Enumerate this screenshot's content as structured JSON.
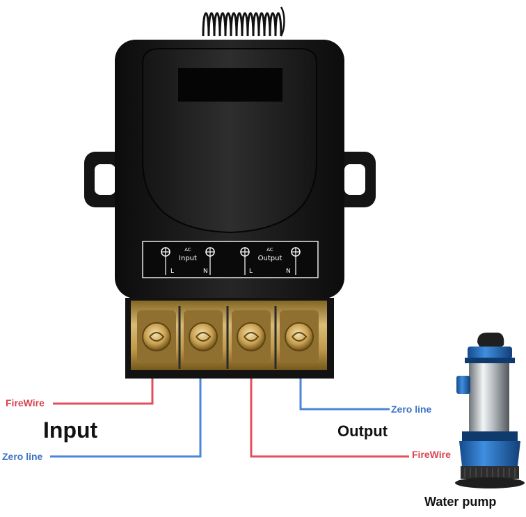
{
  "panel": {
    "input_group": {
      "ac": "AC",
      "title": "Input",
      "l": "L",
      "n": "N"
    },
    "output_group": {
      "ac": "AC",
      "title": "Output",
      "l": "L",
      "n": "N"
    }
  },
  "labels": {
    "firewire_input": "FireWire",
    "zero_line_input": "Zero line",
    "input_title": "Input",
    "zero_line_output": "Zero line",
    "output_title": "Output",
    "firewire_output": "FireWire",
    "water_pump": "Water pump"
  },
  "colors": {
    "fire_wire": "#e0505c",
    "zero_line": "#4a86d8",
    "relay_body": "#1c1c1c",
    "terminal_brass": "#c8a24a",
    "pump_blue": "#2a6fc0"
  }
}
